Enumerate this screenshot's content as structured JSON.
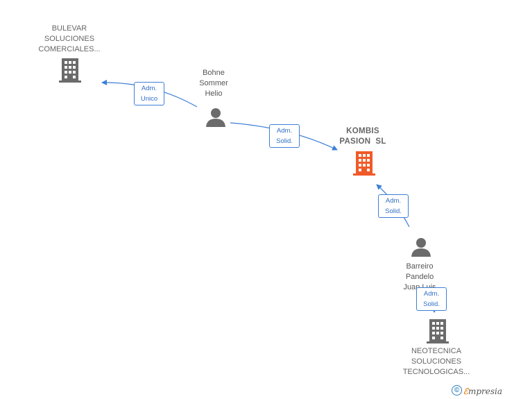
{
  "nodes": {
    "bulevar": {
      "lines": [
        "BULEVAR",
        "SOLUCIONES",
        "COMERCIALES..."
      ],
      "type": "company",
      "icon": "building-icon",
      "color": "#6b6b6b"
    },
    "bohne": {
      "lines": [
        "Bohne",
        "Sommer",
        "Helio"
      ],
      "type": "person",
      "icon": "person-icon",
      "color": "#6b6b6b"
    },
    "kombis": {
      "lines": [
        "KOMBIS",
        "PASION  SL"
      ],
      "type": "company",
      "icon": "building-icon",
      "color": "#f05a28"
    },
    "barreiro": {
      "lines": [
        "Barreiro",
        "Pandelo",
        "Juan Luis"
      ],
      "type": "person",
      "icon": "person-icon",
      "color": "#6b6b6b"
    },
    "neotecnica": {
      "lines": [
        "NEOTECNICA",
        "SOLUCIONES",
        "TECNOLOGICAS..."
      ],
      "type": "company",
      "icon": "building-icon",
      "color": "#6b6b6b"
    }
  },
  "edges": {
    "bohne_bulevar": {
      "role": [
        "Adm.",
        "Unico"
      ]
    },
    "bohne_kombis": {
      "role": [
        "Adm.",
        "Solid."
      ]
    },
    "barreiro_kombis": {
      "role": [
        "Adm.",
        "Solid."
      ]
    },
    "barreiro_neotecnica": {
      "role": [
        "Adm.",
        "Solid."
      ]
    }
  },
  "colors": {
    "edge": "#3d7fd6",
    "accent": "#f05a28"
  },
  "footer": {
    "copyright": "©",
    "brand_e": "ℰ",
    "brand_rest": "mpresia"
  }
}
